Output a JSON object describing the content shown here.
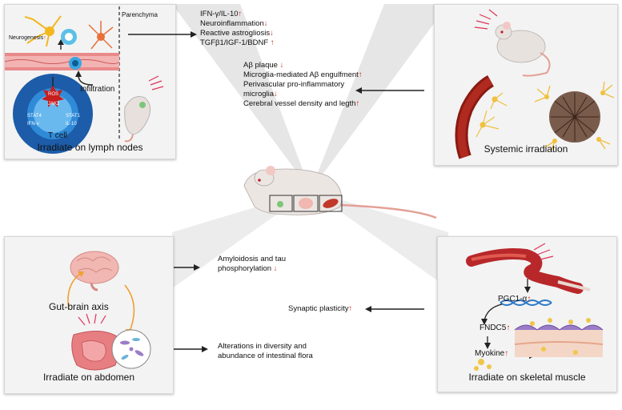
{
  "top_left": {
    "parenchyma": "Parenchyma",
    "neurogenesis": "Neurogenesis",
    "infiltration": "Infiltration",
    "tcell": "T cell",
    "caption": "Irradiate on lymph nodes",
    "receptor_labels": [
      "JAK1",
      "JAK2",
      "STAT1",
      "STAT4",
      "IFN-γ",
      "IL-10"
    ],
    "badge": "ROS"
  },
  "top_left_effects": [
    {
      "text": "IFN-γ/IL-10",
      "arrow": "↑"
    },
    {
      "text": "Neuroinflammation",
      "arrow": "↓"
    },
    {
      "text": "Reactive astrogliosis",
      "arrow": "↓"
    },
    {
      "text": "TGFβ1/IGF-1/BDNF ",
      "arrow": "↑"
    }
  ],
  "top_right": {
    "caption": "Systemic irradiation",
    "effects": [
      {
        "text": "Aβ plaque ",
        "arrow": "↓"
      },
      {
        "text": "Microglia-mediated Aβ engulfment",
        "arrow": "↑"
      },
      {
        "text": "Perivascular pro-inflammatory",
        "arrow": ""
      },
      {
        "text": "microglia",
        "arrow": "↓"
      },
      {
        "text": "Cerebral vessel density and legth",
        "arrow": "↑"
      }
    ]
  },
  "bottom_left": {
    "axis_label": "Gut-brain axis",
    "caption": "Irradiate on abdomen",
    "effect1_line1": "Amyloidosis and tau",
    "effect1_line2": "phosphorylation",
    "effect1_arrow": "↓",
    "effect2_line1": "Alterations in diversity and",
    "effect2_line2": "abundance of intestinal flora"
  },
  "bottom_right": {
    "caption": "Irradiate on skeletal muscle",
    "pgc": "PGC1-α",
    "pgc_arrow": "↑",
    "fndc5": "FNDC5",
    "fndc5_arrow": "↑",
    "myokine": "Myokine",
    "myokine_arrow": "↑",
    "effect": "Synaptic plasticity",
    "effect_arrow": "↑"
  },
  "colors": {
    "accent_red": "#d12a1e",
    "orange": "#f0a030",
    "panel_bg": "#f3f3f3"
  }
}
